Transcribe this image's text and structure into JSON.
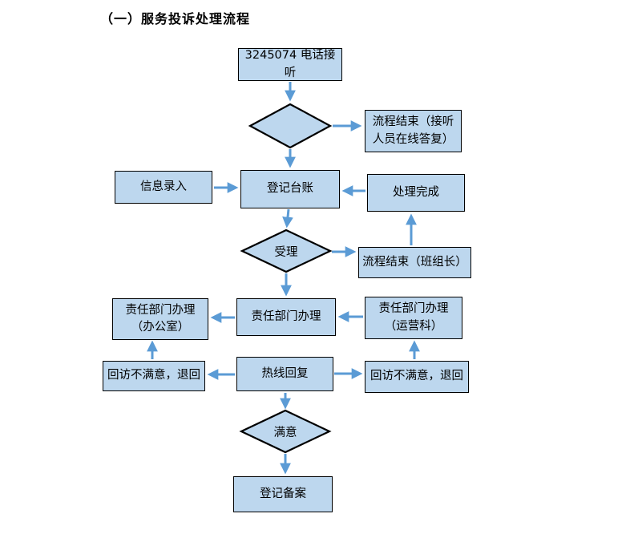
{
  "title": "（一）服务投诉处理流程",
  "colors": {
    "node_fill": "#BDD7EE",
    "node_border": "#000000",
    "arrow": "#5B9BD5",
    "title_text": "#000000",
    "background": "#FFFFFF"
  },
  "nodes": {
    "phone_answer": {
      "label": "3245074 电话接听",
      "type": "process"
    },
    "triage_decision": {
      "label": "",
      "type": "decision"
    },
    "end_online_reply": {
      "label": "流程结束（接听\n人员在线答复）",
      "type": "process"
    },
    "info_entry": {
      "label": "信息录入",
      "type": "process"
    },
    "register_ledger": {
      "label": "登记台账",
      "type": "process"
    },
    "process_complete": {
      "label": "处理完成",
      "type": "process"
    },
    "accept_decision": {
      "label": "受理",
      "type": "decision"
    },
    "end_team_leader": {
      "label": "流程结束（班组长）",
      "type": "process"
    },
    "dept_office": {
      "label": "责任部门办理\n（办公室）",
      "type": "process"
    },
    "dept_handle": {
      "label": "责任部门办理",
      "type": "process"
    },
    "dept_operations": {
      "label": "责任部门办理\n（运营科）",
      "type": "process"
    },
    "return_left": {
      "label": "回访不满意，退回",
      "type": "process"
    },
    "hotline_reply": {
      "label": "热线回复",
      "type": "process"
    },
    "return_right": {
      "label": "回访不满意，退回",
      "type": "process"
    },
    "satisfied_decision": {
      "label": "满意",
      "type": "decision"
    },
    "register_file": {
      "label": "登记备案",
      "type": "process"
    }
  },
  "edges": [
    {
      "from": "phone_answer",
      "to": "triage_decision"
    },
    {
      "from": "triage_decision",
      "to": "end_online_reply"
    },
    {
      "from": "triage_decision",
      "to": "register_ledger"
    },
    {
      "from": "info_entry",
      "to": "register_ledger"
    },
    {
      "from": "process_complete",
      "to": "register_ledger"
    },
    {
      "from": "register_ledger",
      "to": "accept_decision"
    },
    {
      "from": "accept_decision",
      "to": "end_team_leader"
    },
    {
      "from": "end_team_leader",
      "to": "process_complete"
    },
    {
      "from": "accept_decision",
      "to": "dept_handle"
    },
    {
      "from": "dept_handle",
      "to": "dept_office"
    },
    {
      "from": "dept_operations",
      "to": "dept_handle"
    },
    {
      "from": "return_left",
      "to": "dept_office"
    },
    {
      "from": "hotline_reply",
      "to": "return_left"
    },
    {
      "from": "hotline_reply",
      "to": "return_right"
    },
    {
      "from": "return_right",
      "to": "dept_operations"
    },
    {
      "from": "hotline_reply",
      "to": "satisfied_decision"
    },
    {
      "from": "satisfied_decision",
      "to": "register_file"
    }
  ]
}
